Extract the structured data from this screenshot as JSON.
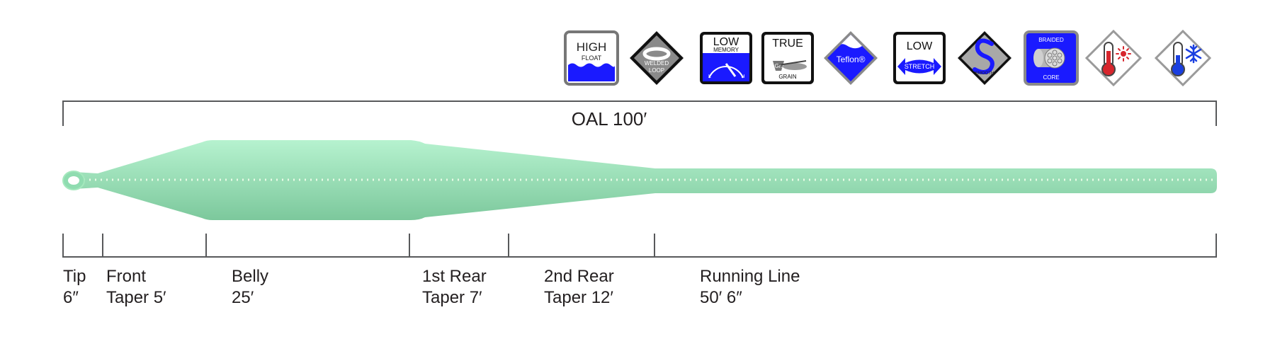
{
  "features": [
    {
      "name": "high-float",
      "lines": [
        "HIGH",
        "FLOAT"
      ]
    },
    {
      "name": "welded-loop",
      "lines": [
        "WELDED",
        "LOOP"
      ]
    },
    {
      "name": "low-memory",
      "lines": [
        "LOW",
        "MEMORY",
        "L",
        "H"
      ]
    },
    {
      "name": "true-grain",
      "lines": [
        "TRUE",
        "Gr.",
        "GRAIN"
      ]
    },
    {
      "name": "teflon",
      "lines": [
        "Teflon®"
      ]
    },
    {
      "name": "low-stretch",
      "lines": [
        "LOW",
        "STRETCH"
      ]
    },
    {
      "name": "smooth",
      "lines": [
        "SMOOTH"
      ]
    },
    {
      "name": "braided-core",
      "lines": [
        "BRAIDED",
        "CORE"
      ]
    },
    {
      "name": "warm-water",
      "lines": []
    },
    {
      "name": "cold-water",
      "lines": []
    }
  ],
  "colors": {
    "line_light": "#b6f2cf",
    "line_dark": "#7cc89c",
    "bracket": "#58595b",
    "badge_blue": "#1a1aff",
    "badge_gray": "#8a8a8a",
    "thermo_red": "#d7262d",
    "thermo_blue": "#1a3fe0"
  },
  "overall_length": "OAL 100′",
  "segments": [
    {
      "name_line1": "Tip",
      "name_line2": "6″"
    },
    {
      "name_line1": "Front",
      "name_line2": "Taper  5′"
    },
    {
      "name_line1": "Belly",
      "name_line2": "25′"
    },
    {
      "name_line1": "1st Rear",
      "name_line2": "Taper  7′"
    },
    {
      "name_line1": "2nd Rear",
      "name_line2": "Taper  12′"
    },
    {
      "name_line1": "Running Line",
      "name_line2": "50′ 6″"
    }
  ]
}
